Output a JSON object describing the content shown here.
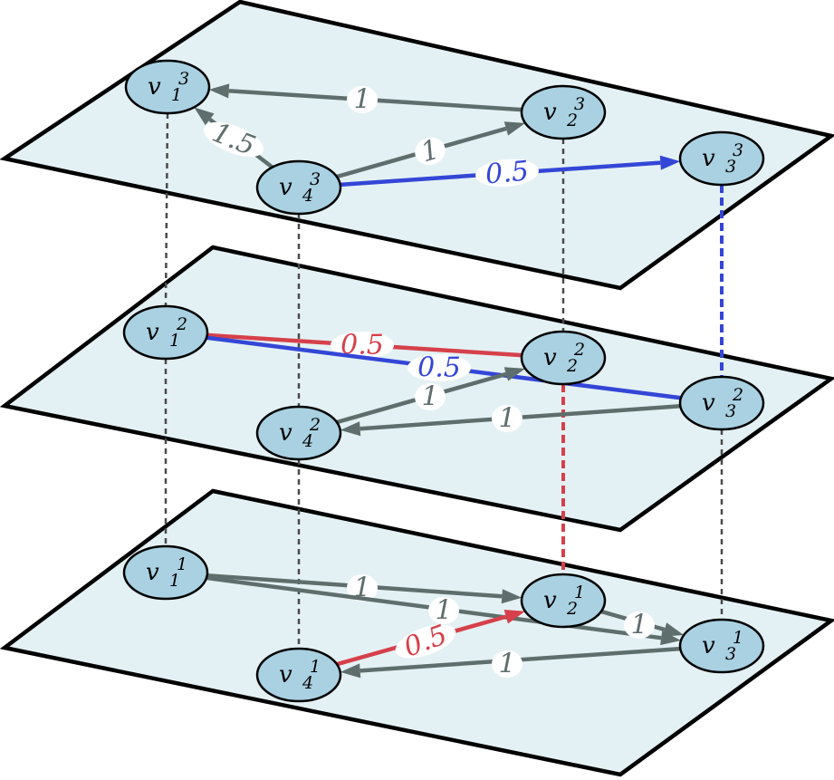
{
  "colors": {
    "plane_fill": "#e4f1f4",
    "node_fill": "#a9d1e2",
    "gray": "#5e6e6c",
    "blue": "#3446d6",
    "red": "#d6404a",
    "inter_gray": "#4a4a4a"
  },
  "layers": [
    {
      "id": "layer-3",
      "nodes": [
        {
          "id": "v1_3",
          "name": "v",
          "sub": "1",
          "sup": "3"
        },
        {
          "id": "v2_3",
          "name": "v",
          "sub": "2",
          "sup": "3"
        },
        {
          "id": "v3_3",
          "name": "v",
          "sub": "3",
          "sup": "3"
        },
        {
          "id": "v4_3",
          "name": "v",
          "sub": "4",
          "sup": "3"
        }
      ],
      "edges": [
        {
          "from": "v2_3",
          "to": "v1_3",
          "label": "1",
          "color": "gray",
          "directed": true
        },
        {
          "from": "v4_3",
          "to": "v1_3",
          "label": "1.5",
          "color": "gray",
          "directed": true
        },
        {
          "from": "v4_3",
          "to": "v2_3",
          "label": "1",
          "color": "gray",
          "directed": true
        },
        {
          "from": "v4_3",
          "to": "v3_3",
          "label": "0.5",
          "color": "blue",
          "directed": true
        }
      ]
    },
    {
      "id": "layer-2",
      "nodes": [
        {
          "id": "v1_2",
          "name": "v",
          "sub": "1",
          "sup": "2"
        },
        {
          "id": "v2_2",
          "name": "v",
          "sub": "2",
          "sup": "2"
        },
        {
          "id": "v3_2",
          "name": "v",
          "sub": "3",
          "sup": "2"
        },
        {
          "id": "v4_2",
          "name": "v",
          "sub": "4",
          "sup": "2"
        }
      ],
      "edges": [
        {
          "from": "v1_2",
          "to": "v2_2",
          "label": "0.5",
          "color": "red",
          "directed": false
        },
        {
          "from": "v1_2",
          "to": "v3_2",
          "label": "0.5",
          "color": "blue",
          "directed": false
        },
        {
          "from": "v4_2",
          "to": "v2_2",
          "label": "1",
          "color": "gray",
          "directed": true
        },
        {
          "from": "v3_2",
          "to": "v4_2",
          "label": "1",
          "color": "gray",
          "directed": true
        }
      ]
    },
    {
      "id": "layer-1",
      "nodes": [
        {
          "id": "v1_1",
          "name": "v",
          "sub": "1",
          "sup": "1"
        },
        {
          "id": "v2_1",
          "name": "v",
          "sub": "2",
          "sup": "1"
        },
        {
          "id": "v3_1",
          "name": "v",
          "sub": "3",
          "sup": "1"
        },
        {
          "id": "v4_1",
          "name": "v",
          "sub": "4",
          "sup": "1"
        }
      ],
      "edges": [
        {
          "from": "v1_1",
          "to": "v2_1",
          "label": "1",
          "color": "gray",
          "directed": true
        },
        {
          "from": "v1_1",
          "to": "v3_1",
          "label": "1",
          "color": "gray",
          "directed": true
        },
        {
          "from": "v2_1",
          "to": "v3_1",
          "label": "1",
          "color": "gray",
          "directed": true
        },
        {
          "from": "v4_1",
          "to": "v2_1",
          "label": "0.5",
          "color": "red",
          "directed": true
        },
        {
          "from": "v3_1",
          "to": "v4_1",
          "label": "1",
          "color": "gray",
          "directed": true
        }
      ]
    }
  ],
  "interlayer": [
    {
      "from": "v1_3",
      "to": "v1_2",
      "color": "inter_gray"
    },
    {
      "from": "v1_2",
      "to": "v1_1",
      "color": "inter_gray"
    },
    {
      "from": "v4_3",
      "to": "v4_2",
      "color": "inter_gray"
    },
    {
      "from": "v4_2",
      "to": "v4_1",
      "color": "inter_gray"
    },
    {
      "from": "v2_3",
      "to": "v2_2",
      "color": "inter_gray"
    },
    {
      "from": "v2_2",
      "to": "v2_1",
      "color": "red"
    },
    {
      "from": "v3_3",
      "to": "v3_2",
      "color": "blue"
    },
    {
      "from": "v3_2",
      "to": "v3_1",
      "color": "inter_gray"
    }
  ]
}
